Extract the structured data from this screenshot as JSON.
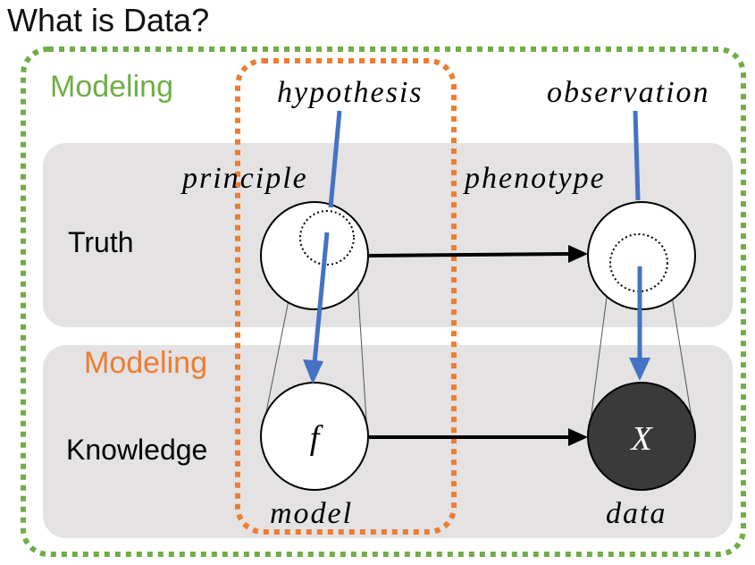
{
  "title": "What is Data?",
  "outer_region": {
    "label": "Modeling",
    "color": "#70ad47"
  },
  "inner_region": {
    "label": "Modeling",
    "color": "#ed7d31"
  },
  "rows": {
    "truth": "Truth",
    "knowledge": "Knowledge"
  },
  "nodes": {
    "principle": "principle",
    "phenotype": "phenotype",
    "model": "model",
    "data": "data",
    "f_symbol": "f",
    "x_symbol": "X"
  },
  "annotations": {
    "hypothesis": "hypothesis",
    "observation": "observation"
  },
  "colors": {
    "band": "#e4e2e3",
    "blue_arrow": "#4472c4",
    "black": "#000000",
    "data_node": "#3a3a3a"
  }
}
